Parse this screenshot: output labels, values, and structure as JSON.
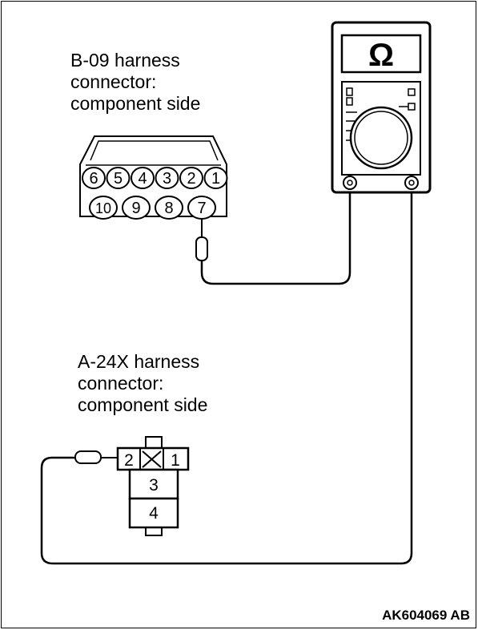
{
  "connector_b09": {
    "title_lines": [
      "B-09 harness",
      "connector:",
      "component side"
    ],
    "pins_top": [
      "6",
      "5",
      "4",
      "3",
      "2",
      "1"
    ],
    "pins_bottom": [
      "10",
      "9",
      "8",
      "7"
    ]
  },
  "connector_a24x": {
    "title_lines": [
      "A-24X harness",
      "connector:",
      "component side"
    ],
    "pins": [
      "2",
      "1",
      "3",
      "4"
    ]
  },
  "multimeter": {
    "symbol": "Ω"
  },
  "figure_code": "AK604069 AB",
  "colors": {
    "line": "#000000",
    "background": "#ffffff"
  }
}
